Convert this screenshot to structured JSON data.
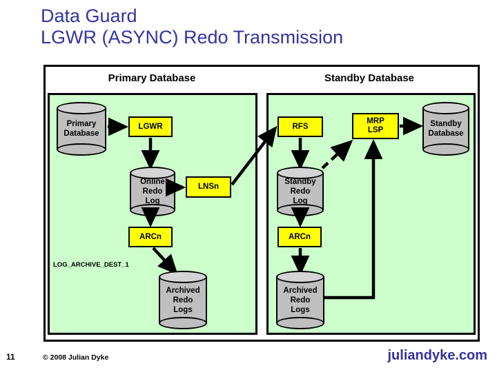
{
  "slide": {
    "title_line1": "Data Guard",
    "title_line2": "LGWR (ASYNC) Redo Transmission",
    "title_color": "#3333A0",
    "panel_bg_color": "#CCFFCC",
    "process_box_color": "#FFFF00",
    "cylinder_color": "#BFBFBF"
  },
  "primary": {
    "header": "Primary Database",
    "db_cylinder": "Primary\nDatabase",
    "lgwr": "LGWR",
    "online_redo_log": "Online\nRedo\nLog",
    "lnsn": "LNSn",
    "arcn": "ARCn",
    "archived_redo_logs": "Archived\nRedo\nLogs",
    "param_label": "LOG_ARCHIVE_DEST_1"
  },
  "standby": {
    "header": "Standby Database",
    "rfs": "RFS",
    "mrp_lsp": "MRP\nLSP",
    "db_cylinder": "Standby\nDatabase",
    "standby_redo_log": "Standby\nRedo\nLog",
    "arcn": "ARCn",
    "archived_redo_logs": "Archived\nRedo\nLogs"
  },
  "footer": {
    "page_number": "11",
    "copyright": "© 2008 Julian Dyke",
    "brand": "juliandyke.com",
    "brand_color": "#3333A0"
  }
}
